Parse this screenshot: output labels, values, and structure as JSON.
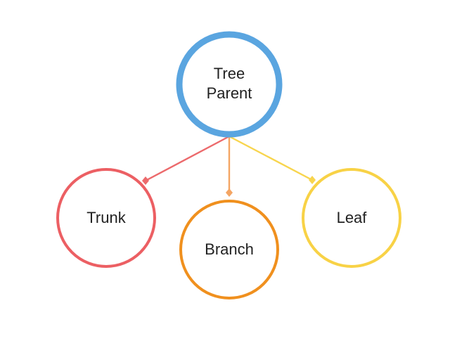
{
  "diagram": {
    "root": {
      "lines": [
        "Tree",
        "Parent"
      ],
      "color": "#5AA5E0"
    },
    "children": [
      {
        "label": "Trunk",
        "color": "#EC5F63"
      },
      {
        "label": "Branch",
        "color": "#F0901E"
      },
      {
        "label": "Leaf",
        "color": "#F8D246"
      }
    ],
    "edge_colors": [
      "#EC6A6C",
      "#F4A563",
      "#F8D54E"
    ],
    "edge_style": "line with diamond end marker"
  }
}
